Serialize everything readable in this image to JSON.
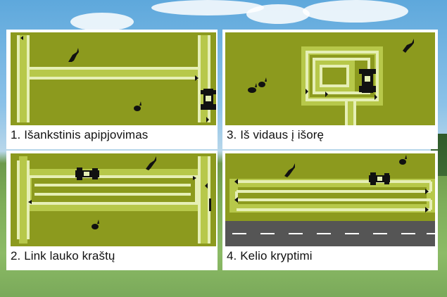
{
  "panels": [
    {
      "id": "p1",
      "caption": "1. Išankstinis apipjovimas"
    },
    {
      "id": "p2",
      "caption": "2. Link lauko kraštų"
    },
    {
      "id": "p3",
      "caption": "3. Iš vidaus į išorę"
    },
    {
      "id": "p4",
      "caption": "4. Kelio kryptimi"
    }
  ],
  "colors": {
    "field": "#8c9a1e",
    "path": "#e6efb6",
    "path_halo": "#b7c84a",
    "road": "#555555",
    "tractor": "#111111"
  },
  "icons": [
    "tractor-icon",
    "deer-icon",
    "rabbit-icon",
    "arrow-icon"
  ]
}
